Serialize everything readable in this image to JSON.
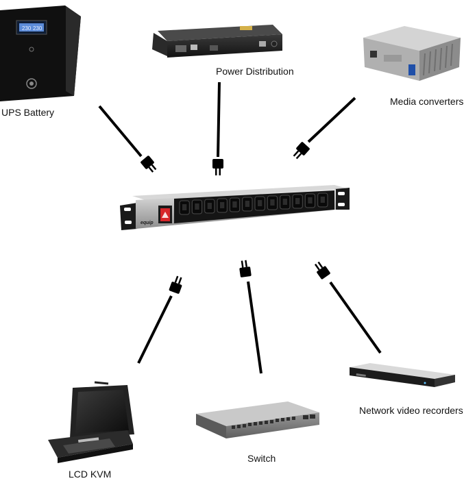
{
  "labels": {
    "ups": "UPS Battery",
    "power_distribution": "Power Distribution",
    "media_converters": "Media converters",
    "lcd_kvm": "LCD KVM",
    "switch": "Switch",
    "nvr": "Network video recorders"
  },
  "ups_display": {
    "left": "230",
    "right": "230"
  },
  "pdu_brand": "equip",
  "pdu_outlet_count": 12,
  "colors": {
    "device_dark": "#1b1b1b",
    "cable": "#000000",
    "pdu_body": "#c9c9c9",
    "switch_red": "#d7262a",
    "ups_lcd": "#5b8bd8"
  },
  "icons": [
    "plug-icon"
  ]
}
